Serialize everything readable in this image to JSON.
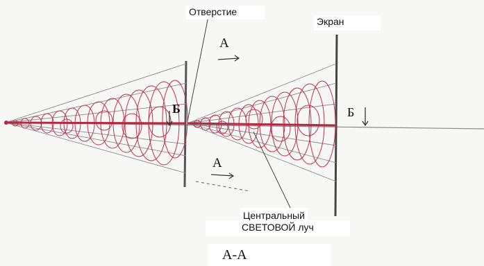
{
  "labels": {
    "aperture": "Отверстие",
    "screen": "Экран",
    "section_a_top": "A",
    "section_a_bottom": "A",
    "section_b_left": "Б",
    "section_b_right": "Б",
    "central_ray_line1": "Центральный",
    "central_ray_line2": "СВЕТОВОЙ луч",
    "caption": "А-А"
  },
  "colors": {
    "paper": "#f7f7f6",
    "rings": "#c0304d",
    "lines": "#7a7a7a",
    "ink": "#222222"
  }
}
